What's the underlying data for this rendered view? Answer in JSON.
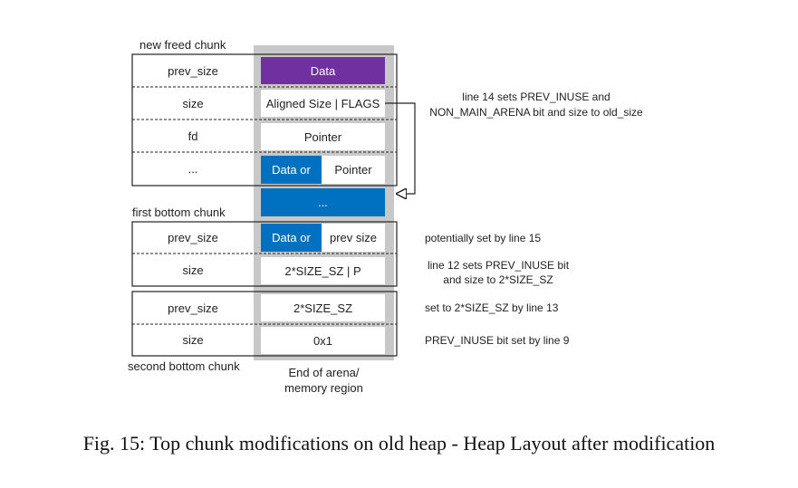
{
  "labels": {
    "new_freed_chunk": "new freed chunk",
    "first_bottom_chunk": "first bottom chunk",
    "second_bottom_chunk": "second bottom chunk",
    "end_of_arena_1": "End of arena/",
    "end_of_arena_2": "memory region"
  },
  "fields": {
    "r1": "prev_size",
    "r2": "size",
    "r3": "fd",
    "r4": "...",
    "r5": "prev_size",
    "r6": "size",
    "r7": "prev_size",
    "r8": "size"
  },
  "values": {
    "r1": "Data",
    "r2": "Aligned Size | FLAGS",
    "r3": "Pointer",
    "r4_left": "Data or",
    "r4_right": "Pointer",
    "between": "...",
    "r5_left": "Data or",
    "r5_right": "prev size",
    "r6": "2*SIZE_SZ | P",
    "r7": "2*SIZE_SZ",
    "r8": "0x1"
  },
  "notes": {
    "n1_line1": "line 14 sets PREV_INUSE and",
    "n1_line2": "NON_MAIN_ARENA bit and size to old_size",
    "n2": "potentially set by line 15",
    "n3_line1": "line 12 sets PREV_INUSE bit",
    "n3_line2": "and size to 2*SIZE_SZ",
    "n4": "set to 2*SIZE_SZ by line 13",
    "n5": "PREV_INUSE bit set by line 9"
  },
  "caption": "Fig. 15: Top chunk modifications on old heap - Heap Layout after modification",
  "colors": {
    "purple": "#7030a0",
    "blue": "#0070c0",
    "gray_column": "#c8c8c8"
  }
}
